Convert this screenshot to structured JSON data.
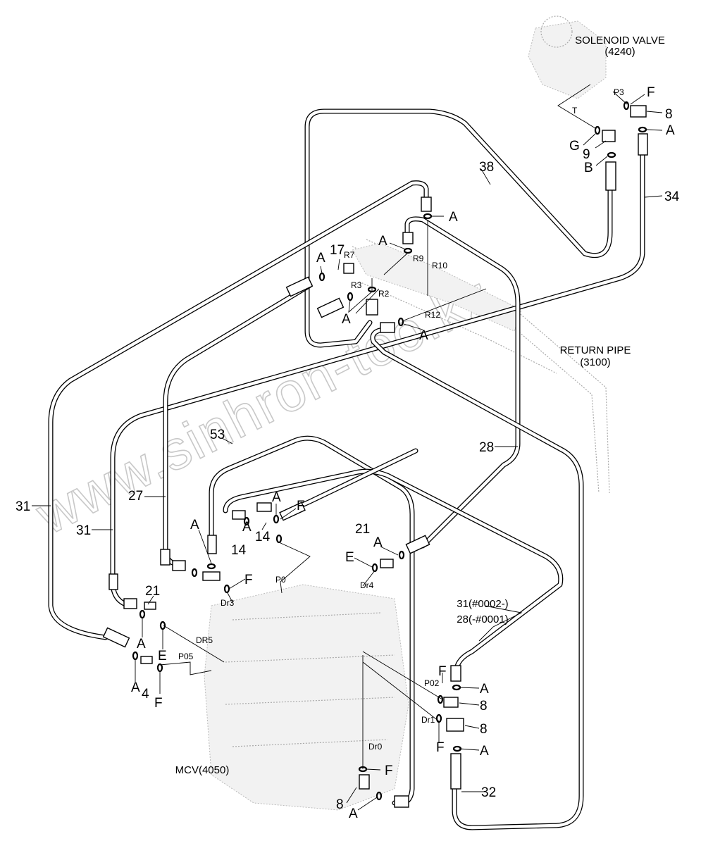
{
  "watermark": "www.sinhron-too.kz",
  "components": {
    "solenoid_valve": "SOLENOID VALVE",
    "solenoid_valve_code": "(4240)",
    "return_pipe": "RETURN PIPE",
    "return_pipe_code": "(3100)",
    "mcv": "MCV(4050)"
  },
  "callouts": {
    "p3": "P3",
    "f_sol": "F",
    "n8_sol": "8",
    "t_sol": "T",
    "a_sol": "A",
    "g_sol": "G",
    "n9": "9",
    "b_sol": "B",
    "n38": "38",
    "n34": "34",
    "a_top": "A",
    "a_r9": "A",
    "r9": "R9",
    "r10": "R10",
    "n17": "17",
    "r7": "R7",
    "a_r7": "A",
    "r3": "R3",
    "r2": "R2",
    "a_r2r3": "A",
    "r12": "R12",
    "a_r12": "A",
    "n53": "53",
    "n28": "28",
    "n31_left": "31",
    "n27": "27",
    "n31_mid": "31",
    "a_14t": "A",
    "f_14t": "F",
    "a_14l": "A",
    "n14_top": "14",
    "a_21r": "A",
    "n21_right": "21",
    "e_21r": "E",
    "dr4": "Dr4",
    "a_14b": "A",
    "n14_bot": "14",
    "f_14b": "F",
    "dr3": "Dr3",
    "p0": "P0",
    "n21_left": "21",
    "a_21l": "A",
    "e_21l": "E",
    "dr5": "DR5",
    "p05": "P05",
    "a_4": "A",
    "n4": "4",
    "f_4": "F",
    "hose_31_serial": "31(#0002-)",
    "hose_28_serial": "28(-#0001)",
    "f_p02": "F",
    "a_p02": "A",
    "p02": "P02",
    "n8_p02": "8",
    "dr1": "Dr1",
    "n8_dr1": "8",
    "f_dr1": "F",
    "a_dr1": "A",
    "dr0": "Dr0",
    "f_dr0": "F",
    "n8_dr0": "8",
    "a_dr0": "A",
    "n32": "32"
  }
}
